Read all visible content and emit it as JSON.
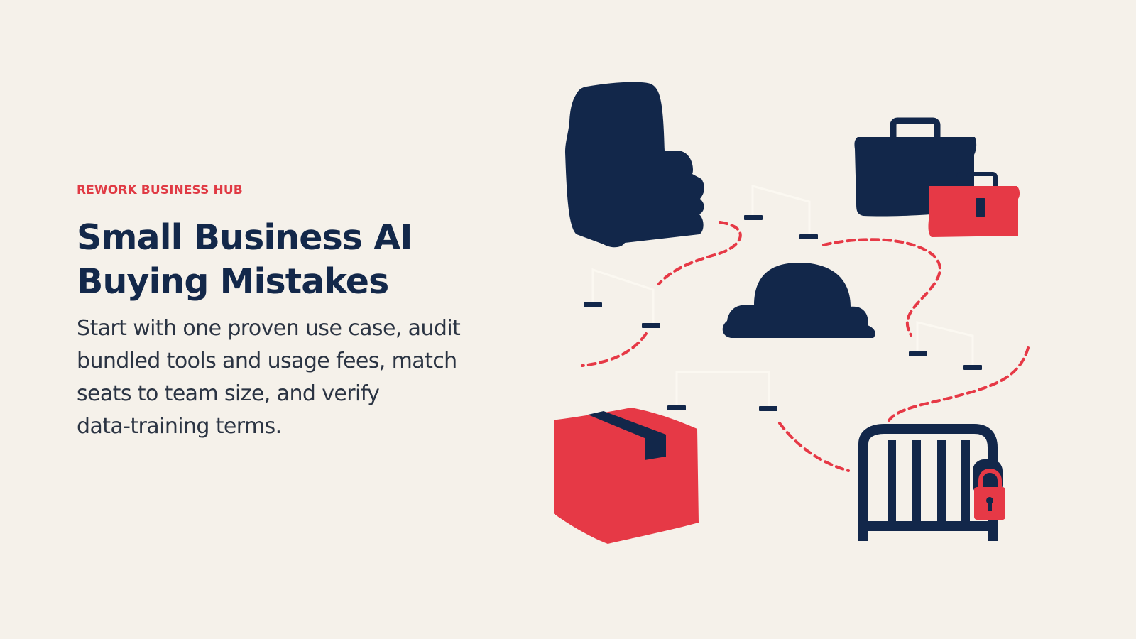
{
  "hero": {
    "eyebrow": "REWORK BUSINESS HUB",
    "title_lines": [
      "Small Business AI",
      "Buying Mistakes"
    ],
    "description_lines": [
      "Start with one proven use case, audit",
      "bundled tools and usage fees, match",
      "seats to team size, and verify",
      "data-training terms."
    ]
  },
  "illustration": {
    "icons": [
      "thumbs-up-icon",
      "briefcase-icon",
      "red-toolbox-icon",
      "cloud-icon",
      "package-box-icon",
      "locked-gate-icon"
    ],
    "colors": {
      "navy": "#12274a",
      "red": "#e63946",
      "cream": "#f5f1ea",
      "connector": "#fbf8f1"
    }
  }
}
